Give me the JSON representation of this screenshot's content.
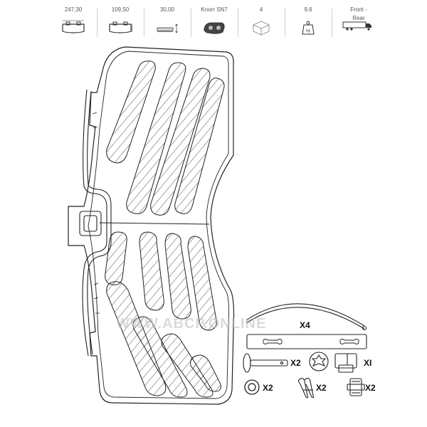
{
  "specs": [
    {
      "value": "247,30",
      "icon": "pad-width-icon"
    },
    {
      "value": "109,50",
      "icon": "pad-height-icon"
    },
    {
      "value": "30,00",
      "icon": "pad-thickness-icon"
    },
    {
      "value": "Knorr SN7",
      "icon": "caliper-icon"
    },
    {
      "value": "4",
      "icon": "box-icon"
    },
    {
      "value": "9,6",
      "icon": "weight-icon"
    },
    {
      "value": "Front - Rear",
      "icon": "truck-icon"
    }
  ],
  "weight_unit": "kg",
  "parts": {
    "spring_qty": "X4",
    "pin_qty": "X2",
    "bushing_qty": "XI",
    "washer_qty": "X2",
    "clip_qty": "X2",
    "sleeve_qty": "X2"
  },
  "watermark": "WWW.ABCP.ONLINE"
}
